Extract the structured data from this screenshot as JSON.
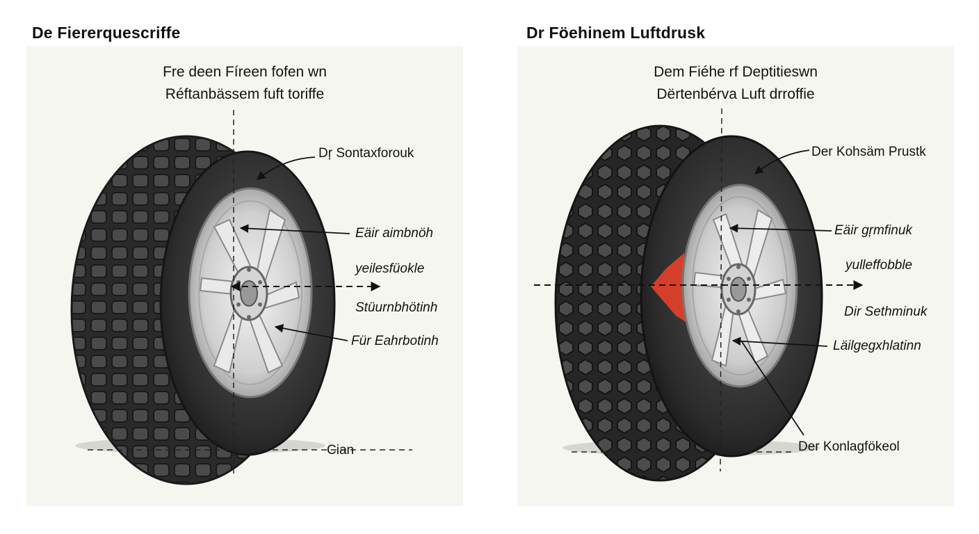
{
  "left": {
    "title": "De Fiererquescriffe",
    "subtitle_line1": "Fre deen Fíreen fofen  wn",
    "subtitle_line2": "Réftanbässem fuft toriffe",
    "labels": [
      "Dŗ Sontaxforouk",
      "Eäir aimbnöh",
      "yeilesfüokle",
      "Stüurnbhötinh",
      "Für Eahrbotinh",
      "Cian"
    ]
  },
  "right": {
    "title": "Dr Föehinem Luftdrusk",
    "subtitle_line1": "Dem Fiéhe rf Deptitieswn",
    "subtitle_line2": "Dërtenbérva  Luft drroffie",
    "labels": [
      "Der Kohsäm Prustk",
      "Eäir gŗmfinuk",
      "yulleffobble",
      "Dir Sethminuk",
      "Läilgegxhlatinn",
      "Der Konlagfökeol"
    ]
  },
  "colors": {
    "panel_bg": "#f6f6f1",
    "tire": "#3a3a3a",
    "rim": "#d8d8d8",
    "accent_red": "#e8402a"
  }
}
